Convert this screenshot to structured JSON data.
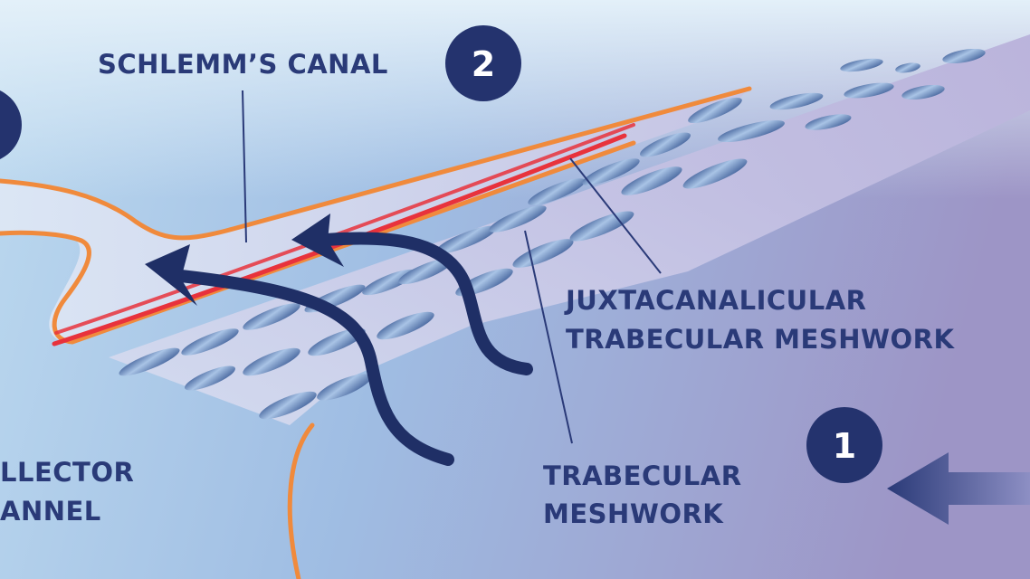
{
  "labels": {
    "schlemms_canal": "SCHLEMM’S CANAL",
    "juxta_line1": "JUXTACANALICULAR",
    "juxta_line2": "TRABECULAR MESHWORK",
    "trabecular_line1": "TRABECULAR",
    "trabecular_line2": "MESHWORK",
    "collector_line1": "LLECTOR",
    "collector_line2": "ANNEL"
  },
  "badges": {
    "one": "1",
    "two": "2"
  },
  "colors": {
    "label_navy": "#2a3a78",
    "badge_navy": "#24336e",
    "canal_outline": "#f08a3c",
    "inner_wall_red": "#e8323c",
    "arrow_navy": "#1f2f66"
  }
}
